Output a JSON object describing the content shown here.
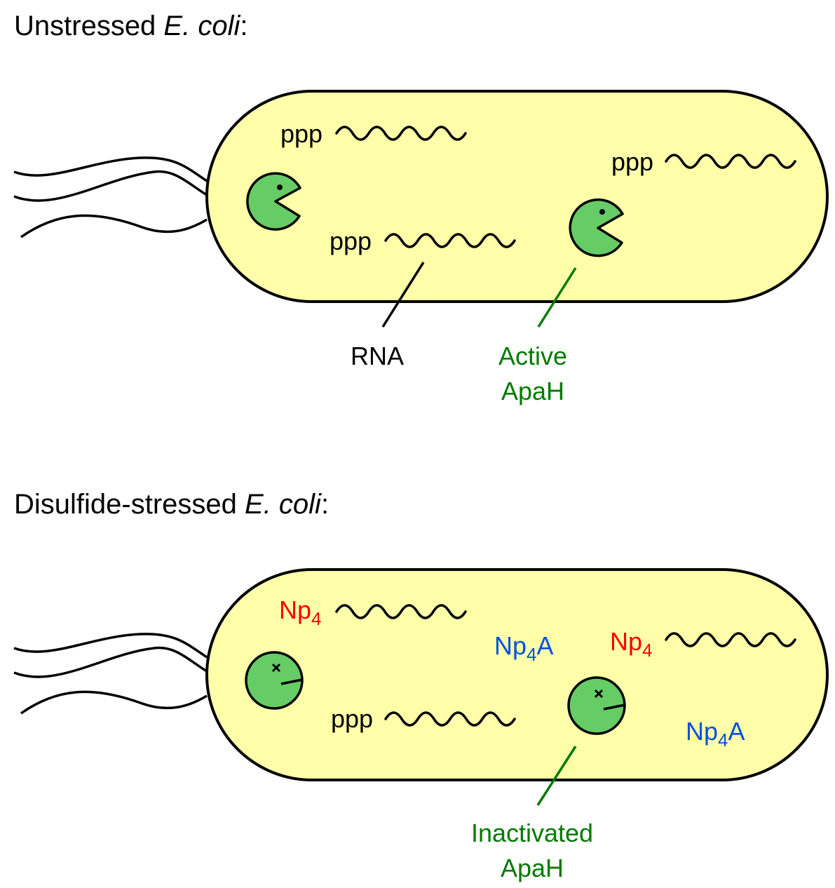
{
  "panels": [
    {
      "heading": {
        "main": "Unstressed ",
        "italic": "E. coli",
        "suffix": ":"
      },
      "rna_labels": [
        "ppp",
        "ppp",
        "ppp"
      ],
      "callouts": [
        {
          "text_lines": [
            "RNA"
          ],
          "color": "#000000"
        },
        {
          "text_lines": [
            "Active",
            "ApaH"
          ],
          "color": "#007A00"
        }
      ],
      "enzyme_state": "active"
    },
    {
      "heading": {
        "main": "Disulfide-stressed ",
        "italic": "E. coli",
        "suffix": ":"
      },
      "rna_labels": [
        {
          "base": "Np",
          "sub": "4",
          "color": "#FF0000"
        },
        {
          "base": "Np",
          "sub": "4",
          "color": "#FF0000"
        },
        {
          "base": "ppp",
          "sub": "",
          "color": "#000000"
        }
      ],
      "free_molecules": [
        {
          "base": "Np",
          "sub": "4",
          "tail": "A",
          "color": "#0050E0"
        },
        {
          "base": "Np",
          "sub": "4",
          "tail": "A",
          "color": "#0050E0"
        }
      ],
      "callouts": [
        {
          "text_lines": [
            "Inactivated",
            "ApaH"
          ],
          "color": "#007A00"
        }
      ],
      "enzyme_state": "inactivated"
    }
  ],
  "colors": {
    "cell_fill": "#FFFFAA",
    "enzyme_fill": "#66CC66",
    "outline": "#000000",
    "apah_label": "#007A00",
    "np4_cap": "#FF0000",
    "np4a": "#0050E0"
  }
}
